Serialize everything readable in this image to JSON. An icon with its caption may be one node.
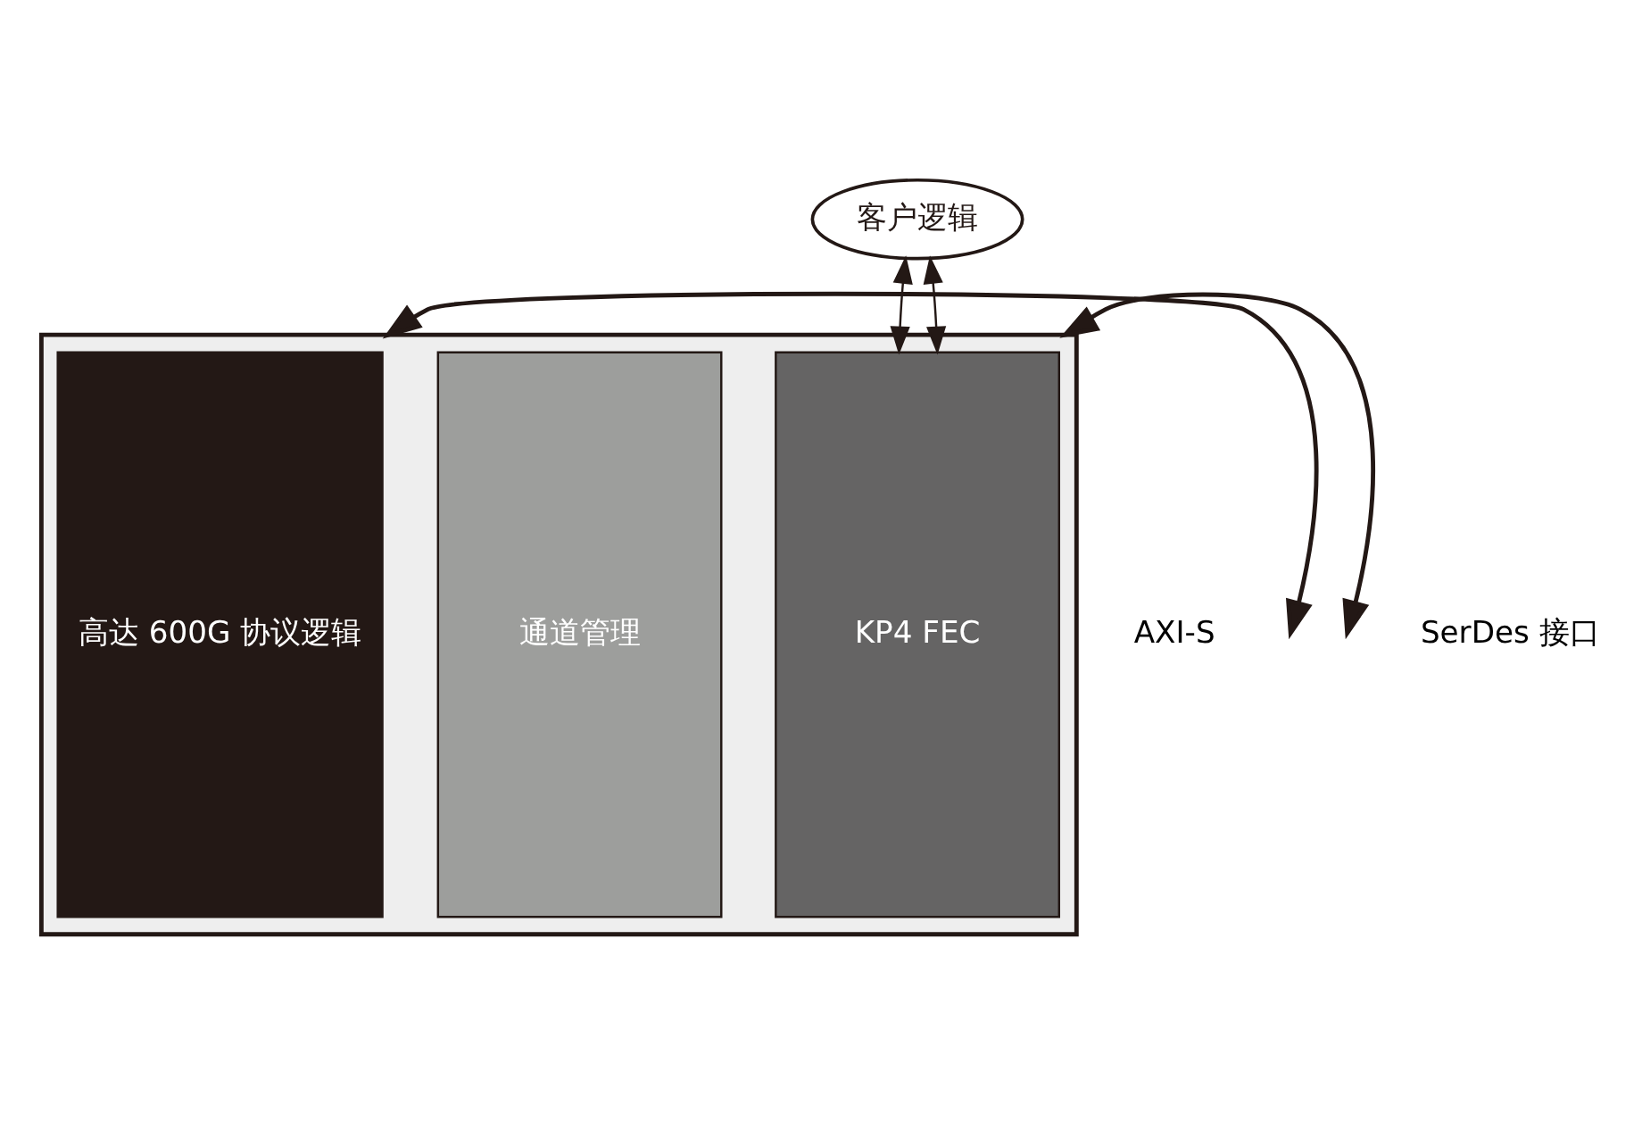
{
  "diagram": {
    "nodes": [
      {
        "text": [
          "客户逻辑"
        ]
      },
      {
        "text": [],
        "shape": "box"
      },
      {
        "text": [
          "高达 600G 协议逻辑"
        ],
        "in": 1
      },
      {
        "text": [
          "通道管理"
        ],
        "in": 1
      },
      {
        "text": [
          "KP4 FEC"
        ],
        "in": 1
      }
    ],
    "edges": [
      {
        "from": 0,
        "to": 4,
        "arrow": "both"
      },
      {
        "from": 0,
        "to": 4,
        "arrow": "both"
      },
      {
        "from": null,
        "to": 1,
        "arrow": "both"
      },
      {
        "from": 1,
        "to": null,
        "arrow": "both"
      }
    ],
    "labels": [
      "AXI-S",
      "SerDes 接口"
    ]
  }
}
